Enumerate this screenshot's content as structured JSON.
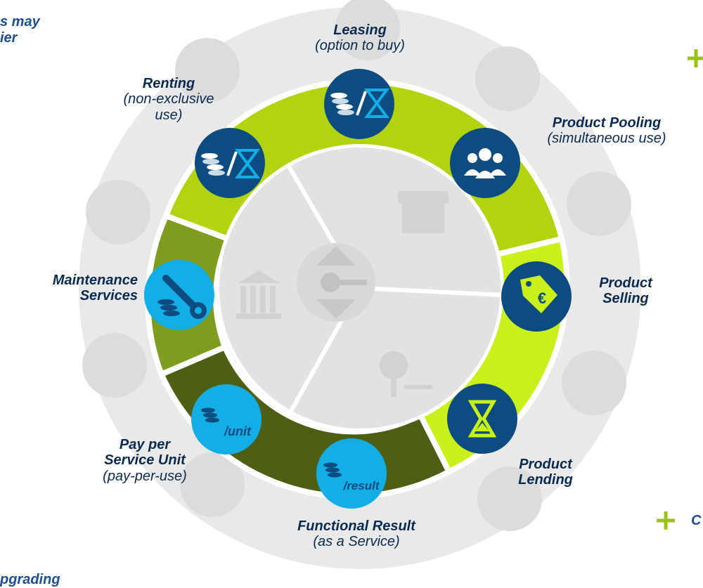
{
  "colors": {
    "outer_ring": "#e9e9e9",
    "inner_disc": "#e2e2e2",
    "seg_leasing": "#b2d40e",
    "seg_selling": "#c9f01a",
    "seg_maintenance": "#7f9c1f",
    "seg_payper": "#4d5f14",
    "navy_icon": "#0c4c80",
    "light_icon": "#14aee6",
    "text": "#0b2a4f"
  },
  "labels": {
    "leasing": {
      "title": "Leasing",
      "sub": "(option to buy)"
    },
    "renting": {
      "title": "Renting",
      "sub1": "(non-exclusive",
      "sub2": "use)"
    },
    "pooling": {
      "title": "Product Pooling",
      "sub": "(simultaneous use)"
    },
    "selling": {
      "title1": "Product",
      "title2": "Selling"
    },
    "lending": {
      "title1": "Product",
      "title2": "Lending"
    },
    "functional": {
      "title": "Functional Result",
      "sub": "(as a Service)"
    },
    "payper": {
      "title1": "Pay per",
      "title2": "Service Unit",
      "sub": "(pay-per-use)"
    },
    "maintenance": {
      "title1": "Maintenance",
      "title2": "Services"
    }
  },
  "edge_text": {
    "top_left_1": "s may",
    "top_left_2": "ier",
    "bottom_left": "pgrading",
    "bottom_right": "C"
  },
  "icon_text": {
    "unit": "/unit",
    "result": "/result",
    "currency": "€"
  }
}
